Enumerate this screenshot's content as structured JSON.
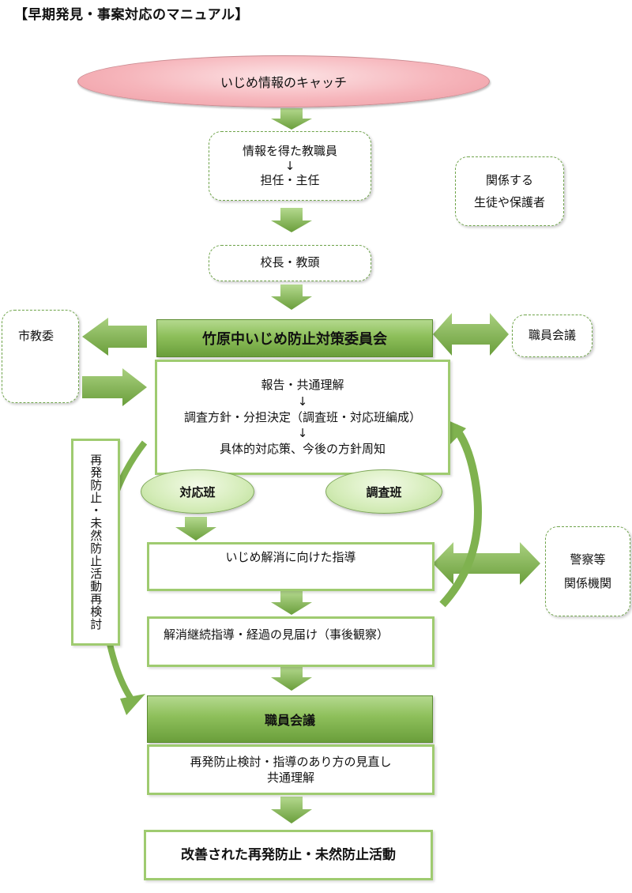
{
  "title": "【早期発見・事案対応のマニュアル】",
  "top_oval": "いじめ情報のキャッチ",
  "teacher_box": {
    "line1": "情報を得た教職員",
    "arrow": "↓",
    "line2": "担任・主任"
  },
  "related_box": {
    "line1": "関係する",
    "line2": "生徒や保護者"
  },
  "principal_box": "校長・教頭",
  "committee_bar": "竹原中いじめ防止対策委員会",
  "city_board": "市教委",
  "staff_meeting_side": "職員会議",
  "process_box": {
    "line1": "報告・共通理解",
    "arrow1": "↓",
    "line2": "調査方針・分担決定（調査班・対応班編成）",
    "arrow2": "↓",
    "line3": "具体的対応策、今後の方針周知"
  },
  "team_response": "対応班",
  "team_investigation": "調査班",
  "recheck_vertical": "再発防止・未然防止活動再検討",
  "guidance_box": "いじめ解消に向けた指導",
  "police_box": {
    "line1": "警察等",
    "line2": "関係機関"
  },
  "followup_box": "解消継続指導・経過の見届け（事後観察）",
  "staff_meeting_bar": "職員会議",
  "review_box": {
    "line1": "再発防止検討・指導のあり方の見直し",
    "line2": "共通理解"
  },
  "final_box": "改善された再発防止・未然防止活動",
  "colors": {
    "green_dark": "#6a9e3b",
    "green_light": "#b4d98e",
    "pink": "#f6b5bb",
    "border_green": "#9fcb70"
  }
}
